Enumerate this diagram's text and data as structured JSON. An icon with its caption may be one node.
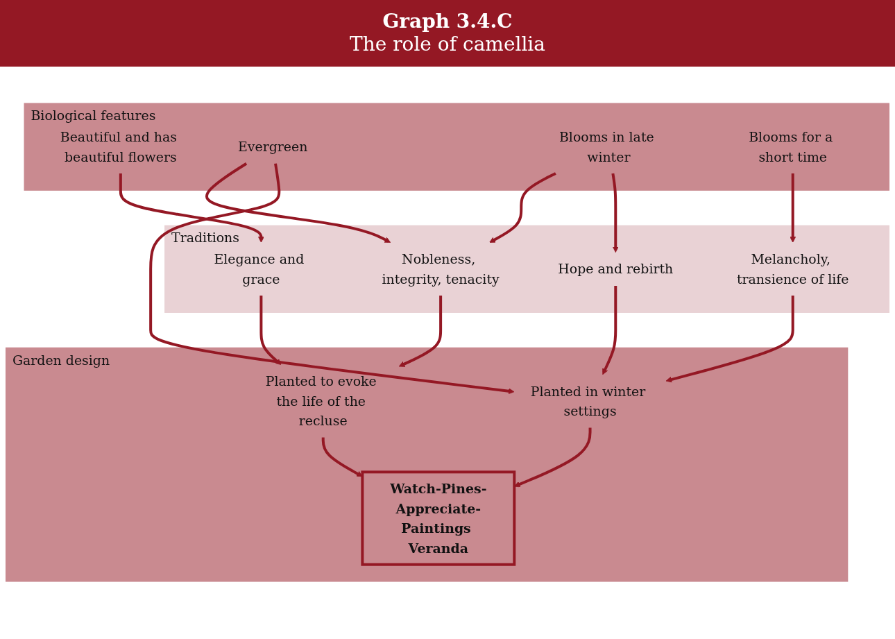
{
  "diagram": {
    "title": "Graph 3.4.C",
    "nodes": [
      {
        "text": [
          "Biological features"
        ]
      },
      {
        "text": [
          "Beautiful and has beautiful flowers"
        ],
        "in": 0
      },
      {
        "text": [
          "Evergreen"
        ],
        "in": 0
      },
      {
        "text": [
          "Blooms in late winter"
        ],
        "in": 0
      },
      {
        "text": [
          "Blooms for a short time"
        ],
        "in": 0
      },
      {
        "text": [
          "Traditions"
        ]
      },
      {
        "text": [
          "Elegance and grace"
        ],
        "in": 5
      },
      {
        "text": [
          "Nobleness, integrity, tenacity"
        ],
        "in": 5
      },
      {
        "text": [
          "Hope and rebirth"
        ],
        "in": 5
      },
      {
        "text": [
          "Melancholy, transience of life"
        ],
        "in": 5
      },
      {
        "text": [
          "Garden design"
        ]
      },
      {
        "text": [
          "Planted to evoke the life of the recluse"
        ],
        "in": 10
      },
      {
        "text": [
          "Planted in winter settings"
        ],
        "in": 10
      },
      {
        "text": [
          "Watch-Pines-Appreciate-Paintings Veranda"
        ],
        "in": 10
      }
    ],
    "edges": [
      {
        "from": 1,
        "to": 6,
        "arrow": "to"
      },
      {
        "from": 2,
        "to": 7,
        "arrow": "to"
      },
      {
        "from": 2,
        "to": 12,
        "arrow": "to"
      },
      {
        "from": 3,
        "to": 7,
        "arrow": "to"
      },
      {
        "from": 3,
        "to": 8,
        "arrow": "to"
      },
      {
        "from": 4,
        "to": 9,
        "arrow": "to"
      },
      {
        "from": 6,
        "to": 11,
        "arrow": "to"
      },
      {
        "from": 7,
        "to": 11,
        "arrow": "to"
      },
      {
        "from": 8,
        "to": 12,
        "arrow": "to"
      },
      {
        "from": 9,
        "to": 12,
        "arrow": "to"
      },
      {
        "from": 11,
        "to": 13,
        "arrow": "to"
      },
      {
        "from": 12,
        "to": 13,
        "arrow": "to"
      }
    ],
    "labels": [
      "The role of camellia"
    ]
  }
}
